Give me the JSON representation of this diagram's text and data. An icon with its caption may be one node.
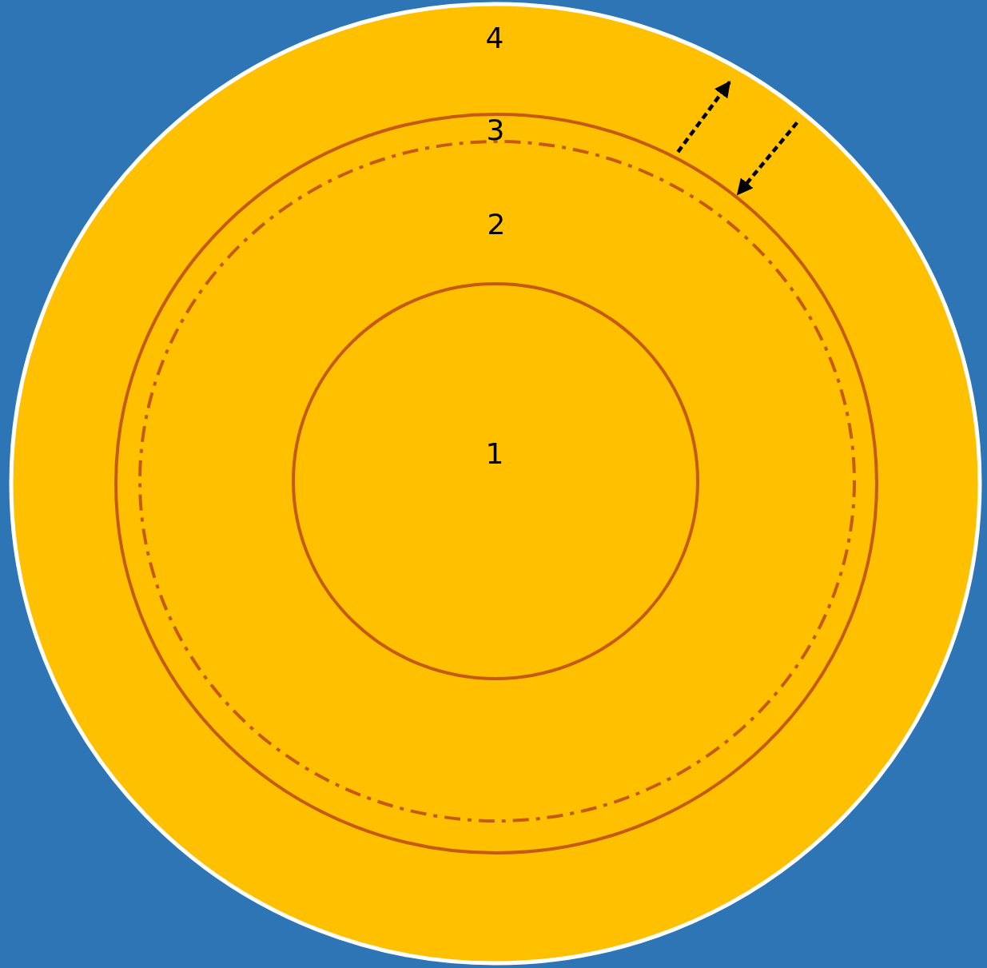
{
  "diagram": {
    "nodes": [
      {
        "text": [
          "4"
        ]
      },
      {
        "text": [
          "3"
        ],
        "in": 0
      },
      {
        "text": [
          "2"
        ],
        "in": 1
      },
      {
        "text": [
          "1"
        ],
        "in": 2
      }
    ],
    "edges": [
      {
        "from": 1,
        "to": 0,
        "arrow": "to",
        "style": "dashed"
      },
      {
        "from": 0,
        "to": 1,
        "arrow": "to",
        "style": "dashed"
      }
    ]
  }
}
